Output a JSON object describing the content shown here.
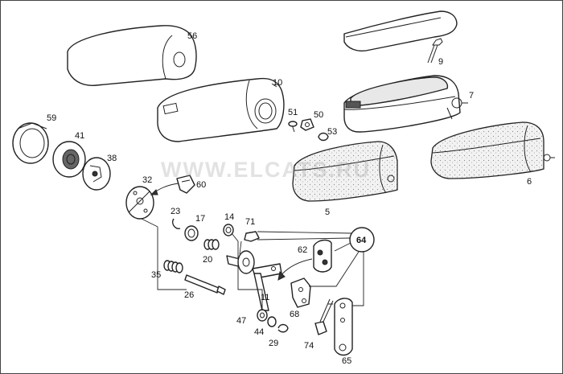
{
  "watermark": "WWW.ELCATS.RU",
  "labels": {
    "p56": "56",
    "p10": "10",
    "p9": "9",
    "p7": "7",
    "p59": "59",
    "p41": "41",
    "p38": "38",
    "p51": "51",
    "p50": "50",
    "p53": "53",
    "p6": "6",
    "p32": "32",
    "p60": "60",
    "p5": "5",
    "p23": "23",
    "p17": "17",
    "p14": "14",
    "p71": "71",
    "p64": "64",
    "p62": "62",
    "p35": "35",
    "p20": "20",
    "p26": "26",
    "p11": "11",
    "p68": "68",
    "p47": "47",
    "p44": "44",
    "p29": "29",
    "p74": "74",
    "p65": "65"
  }
}
